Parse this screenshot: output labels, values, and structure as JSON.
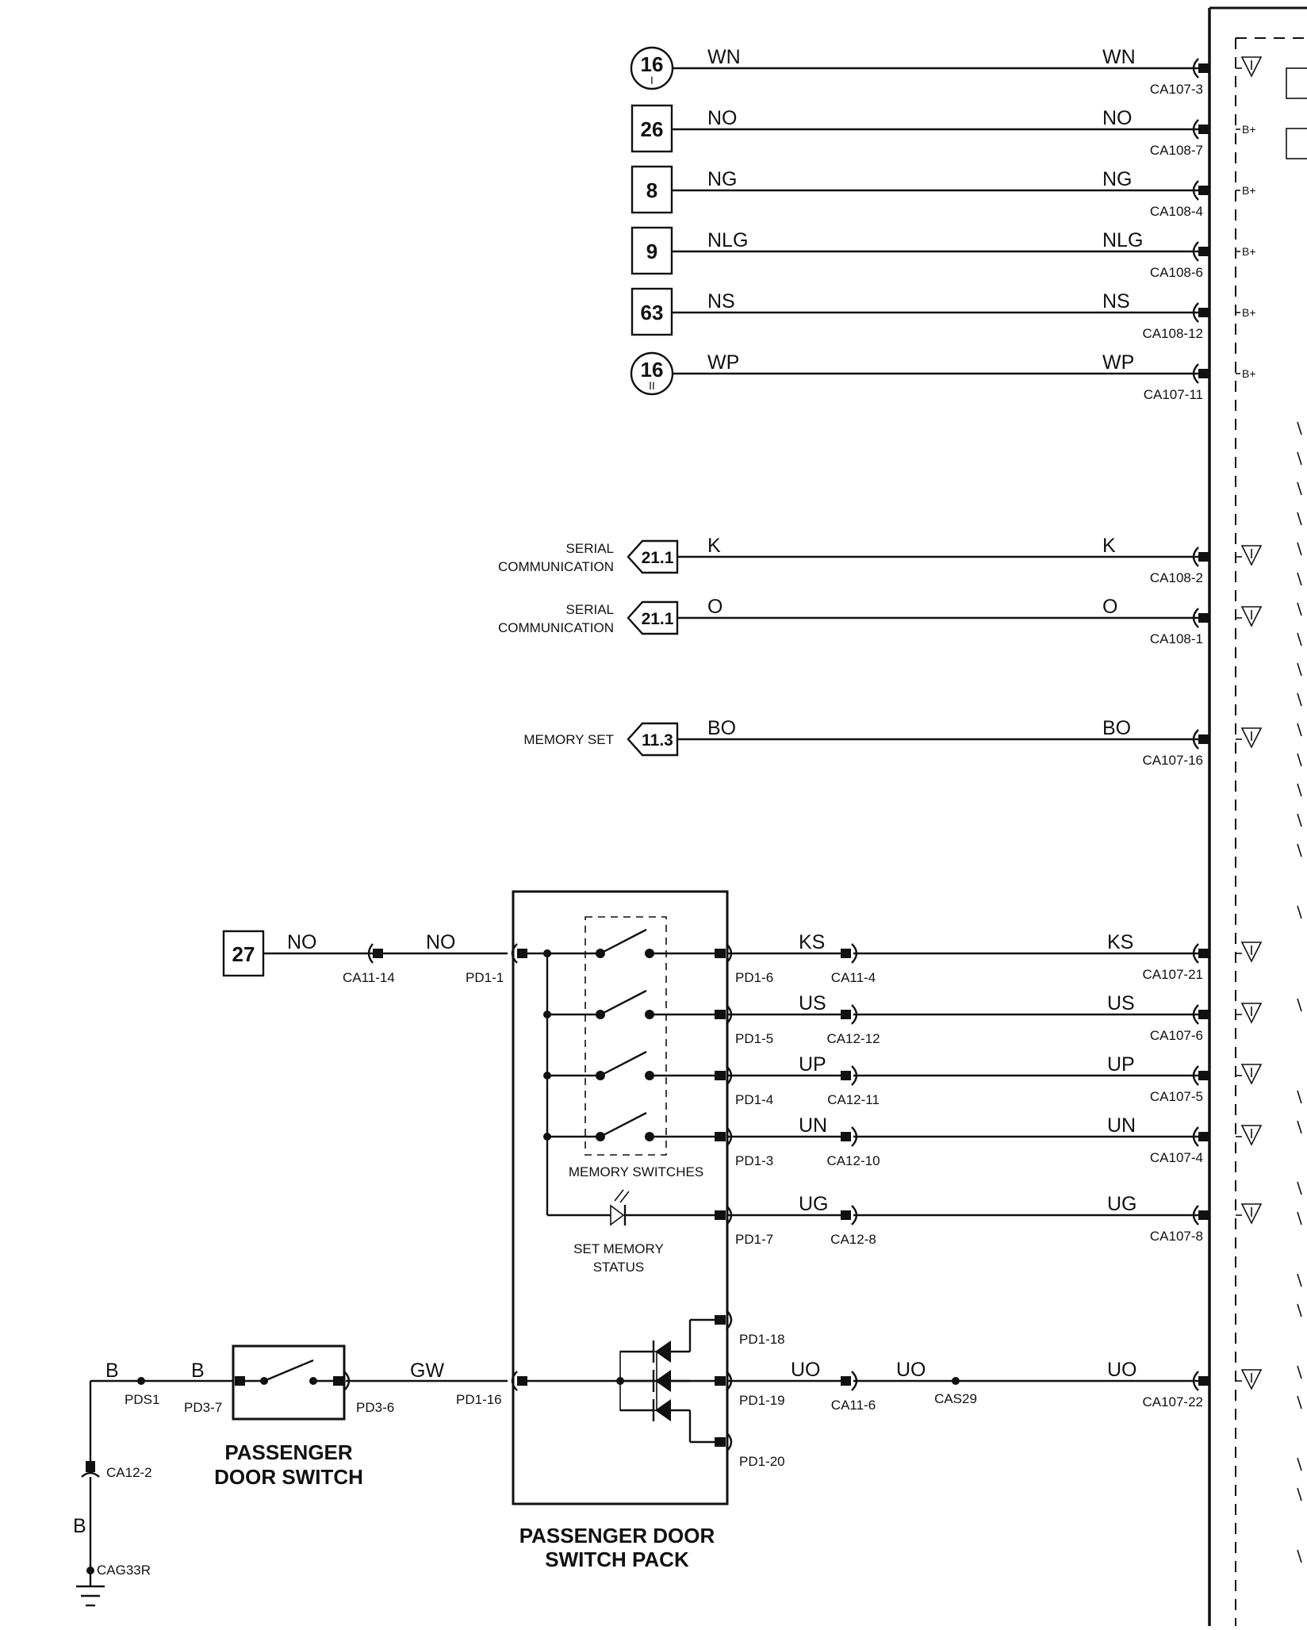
{
  "inputs": [
    {
      "ref": "16",
      "sub": "I",
      "shape": "circle",
      "wire": "WN",
      "pin": "CA107-3",
      "term": "",
      "tri": true
    },
    {
      "ref": "26",
      "shape": "box",
      "wire": "NO",
      "pin": "CA108-7",
      "term": "B+",
      "tri": false
    },
    {
      "ref": "8",
      "shape": "box",
      "wire": "NG",
      "pin": "CA108-4",
      "term": "B+",
      "tri": false
    },
    {
      "ref": "9",
      "shape": "box",
      "wire": "NLG",
      "pin": "CA108-6",
      "term": "B+",
      "tri": false
    },
    {
      "ref": "63",
      "shape": "box",
      "wire": "NS",
      "pin": "CA108-12",
      "term": "B+",
      "tri": false
    },
    {
      "ref": "16",
      "sub": "II",
      "shape": "circle",
      "wire": "WP",
      "pin": "CA107-11",
      "term": "B+",
      "tri": false
    }
  ],
  "signals": [
    {
      "label": "SERIAL COMMUNICATION",
      "ref": "21.1",
      "wire": "K",
      "pin": "CA108-2"
    },
    {
      "label": "SERIAL COMMUNICATION",
      "ref": "21.1",
      "wire": "O",
      "pin": "CA108-1"
    },
    {
      "label": "MEMORY SET",
      "ref": "11.3",
      "wire": "BO",
      "pin": "CA107-16"
    }
  ],
  "feed": {
    "ref": "27",
    "wire": "NO",
    "connector": "CA11-14",
    "pin": "PD1-1"
  },
  "switch_outputs": [
    {
      "pin": "PD1-6",
      "wire": "KS",
      "mid": "CA11-4",
      "ecu": "CA107-21"
    },
    {
      "pin": "PD1-5",
      "wire": "US",
      "mid": "CA12-12",
      "ecu": "CA107-6"
    },
    {
      "pin": "PD1-4",
      "wire": "UP",
      "mid": "CA12-11",
      "ecu": "CA107-5"
    },
    {
      "pin": "PD1-3",
      "wire": "UN",
      "mid": "CA12-10",
      "ecu": "CA107-4"
    },
    {
      "pin": "PD1-7",
      "wire": "UG",
      "mid": "CA12-8",
      "ecu": "CA107-8"
    }
  ],
  "pack": {
    "title_1": "PASSENGER DOOR",
    "title_2": "SWITCH PACK",
    "memory_switches": "MEMORY SWITCHES",
    "led_1": "SET MEMORY",
    "led_2": "STATUS",
    "diode_pins": [
      "PD1-18",
      "PD1-19",
      "PD1-20"
    ],
    "input_pin": "PD1-16"
  },
  "door_switch": {
    "title_1": "PASSENGER",
    "title_2": "DOOR SWITCH",
    "wire_in": "B",
    "wire_in2": "B",
    "pin_in": "PD3-7",
    "splice": "PDS1",
    "pin_out": "PD3-6",
    "wire_out": "GW"
  },
  "output": {
    "wire1": "UO",
    "connector": "CA11-6",
    "wire2": "UO",
    "splice": "CAS29",
    "wire3": "UO",
    "ecu": "CA107-22"
  },
  "ground": {
    "connector": "CA12-2",
    "wire": "B",
    "ground": "CAG33R"
  }
}
